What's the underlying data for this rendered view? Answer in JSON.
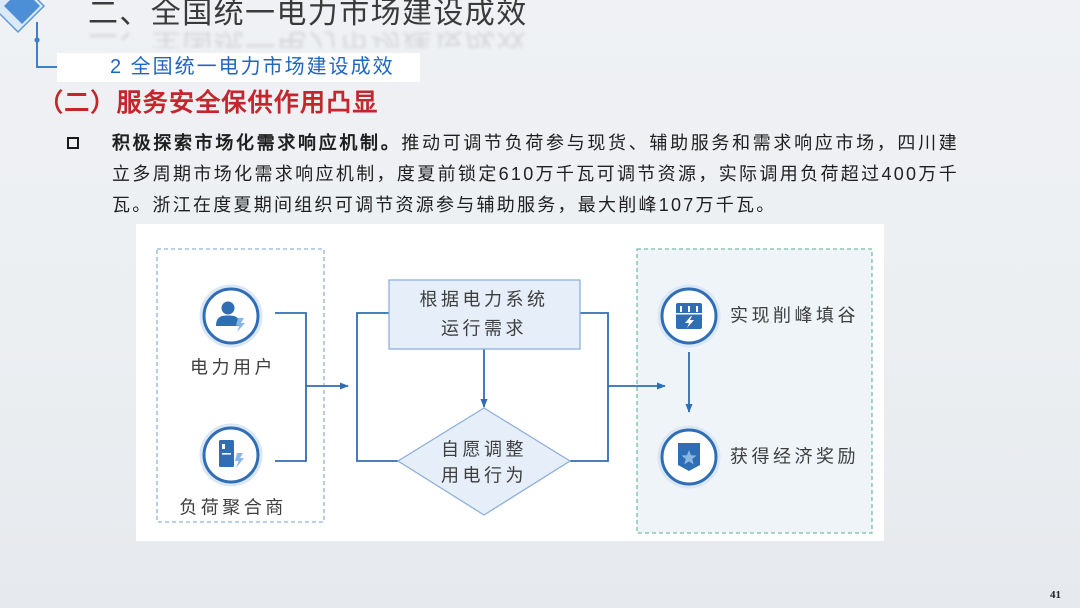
{
  "colors": {
    "background": "#eceff2",
    "title": "#3a3a3a",
    "subtitle": "#1f66c1",
    "heading": "#c3262c",
    "body_text": "#1f1f1f",
    "accent": "#2f6db5",
    "accent_light": "#8ab6e6",
    "node_fill": "#e5eef9",
    "node_stroke": "#8fb0da",
    "label": "#3e3e3e",
    "left_group_border": "#8db3d9",
    "right_group_border": "#74bfa2",
    "right_group_fill": "#eef4f8"
  },
  "header": {
    "title": "二、全国统一电力市场建设成效",
    "subtitle": "2 全国统一电力市场建设成效"
  },
  "section": {
    "heading": "（二）服务安全保供作用凸显"
  },
  "bullet": {
    "marker_icon": "hollow-square-bullet",
    "lead": "积极探索市场化需求响应机制。",
    "body": "推动可调节负荷参与现货、辅助服务和需求响应市场，四川建立多周期市场化需求响应机制，度夏前锁定610万千瓦可调节资源，实际调用负荷超过400万千瓦。浙江在度夏期间组织可调节资源参与辅助服务，最大削峰107万千瓦。"
  },
  "diagram": {
    "participants": [
      {
        "label": "电力用户",
        "icon": "user-lightning-icon"
      },
      {
        "label": "负荷聚合商",
        "icon": "building-lightning-icon"
      }
    ],
    "trigger": {
      "lines": [
        "根据电力系统",
        "运行需求"
      ]
    },
    "decision": {
      "lines": [
        "自愿调整",
        "用电行为"
      ]
    },
    "outcomes": [
      {
        "label": "实现削峰填谷",
        "icon": "peak-calendar-icon"
      },
      {
        "label": "获得经济奖励",
        "icon": "star-badge-icon"
      }
    ]
  },
  "footer": {
    "page_number": "41"
  }
}
